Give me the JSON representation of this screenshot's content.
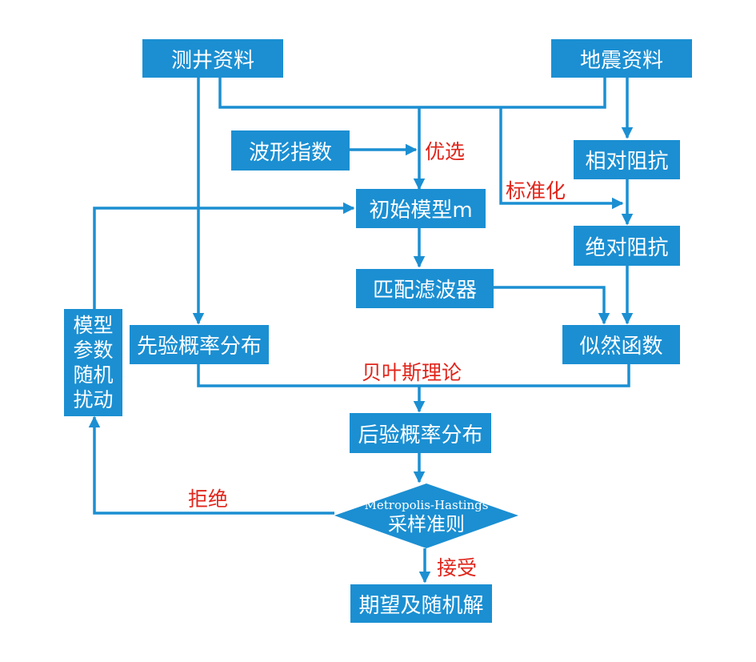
{
  "colors": {
    "box": "#1b8fd2",
    "line": "#1b8fd2",
    "label": "#e0251b",
    "text": "#ffffff"
  },
  "nodes": {
    "well_data": "测井资料",
    "seismic_data": "地震资料",
    "waveform_index": "波形指数",
    "relative_impedance": "相对阻抗",
    "initial_model": "初始模型m",
    "absolute_impedance": "绝对阻抗",
    "matched_filter": "匹配滤波器",
    "prior_distribution": "先验概率分布",
    "likelihood_function": "似然函数",
    "posterior_distribution": "后验概率分布",
    "perturbation": [
      "模型",
      "参数",
      "随机",
      "扰动"
    ],
    "decision": {
      "line1": "Metropolis-Hastings",
      "line2": "采样准则"
    },
    "result": "期望及随机解"
  },
  "labels": {
    "optimize": "优选",
    "normalize": "标准化",
    "bayes": "贝叶斯理论",
    "reject": "拒绝",
    "accept": "接受"
  }
}
